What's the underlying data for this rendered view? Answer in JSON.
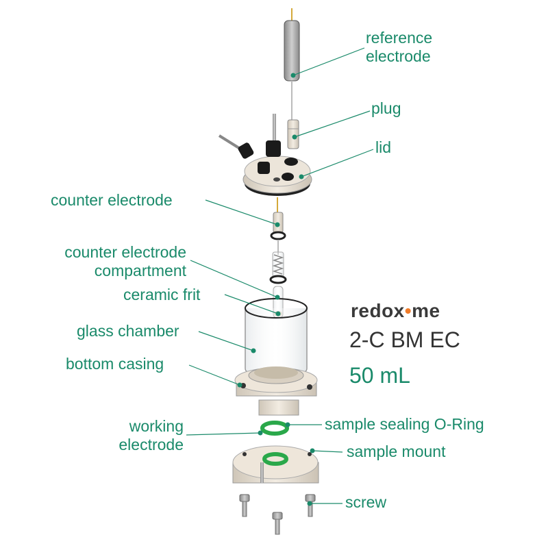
{
  "brand": {
    "name_part1": "redox",
    "name_dot": "•",
    "name_part2": "me"
  },
  "model": "2-C BM EC",
  "volume": "50 mL",
  "colors": {
    "label": "#1a8a6a",
    "leader": "#1a8a6a",
    "brand_text": "#3a3a3a",
    "brand_accent": "#f07c2a",
    "peek_part": "#e8e0d4",
    "o_ring": "#2aa84a"
  },
  "labels": {
    "reference_electrode": [
      "reference",
      "electrode"
    ],
    "plug": "plug",
    "lid": "lid",
    "counter_electrode": "counter electrode",
    "counter_electrode_compartment": [
      "counter electrode",
      "compartment"
    ],
    "ceramic_frit": "ceramic frit",
    "glass_chamber": "glass chamber",
    "bottom_casing": "bottom casing",
    "working_electrode": [
      "working",
      "electrode"
    ],
    "sample_sealing_o_ring": "sample sealing O-Ring",
    "sample_mount": "sample mount",
    "screw": "screw"
  }
}
